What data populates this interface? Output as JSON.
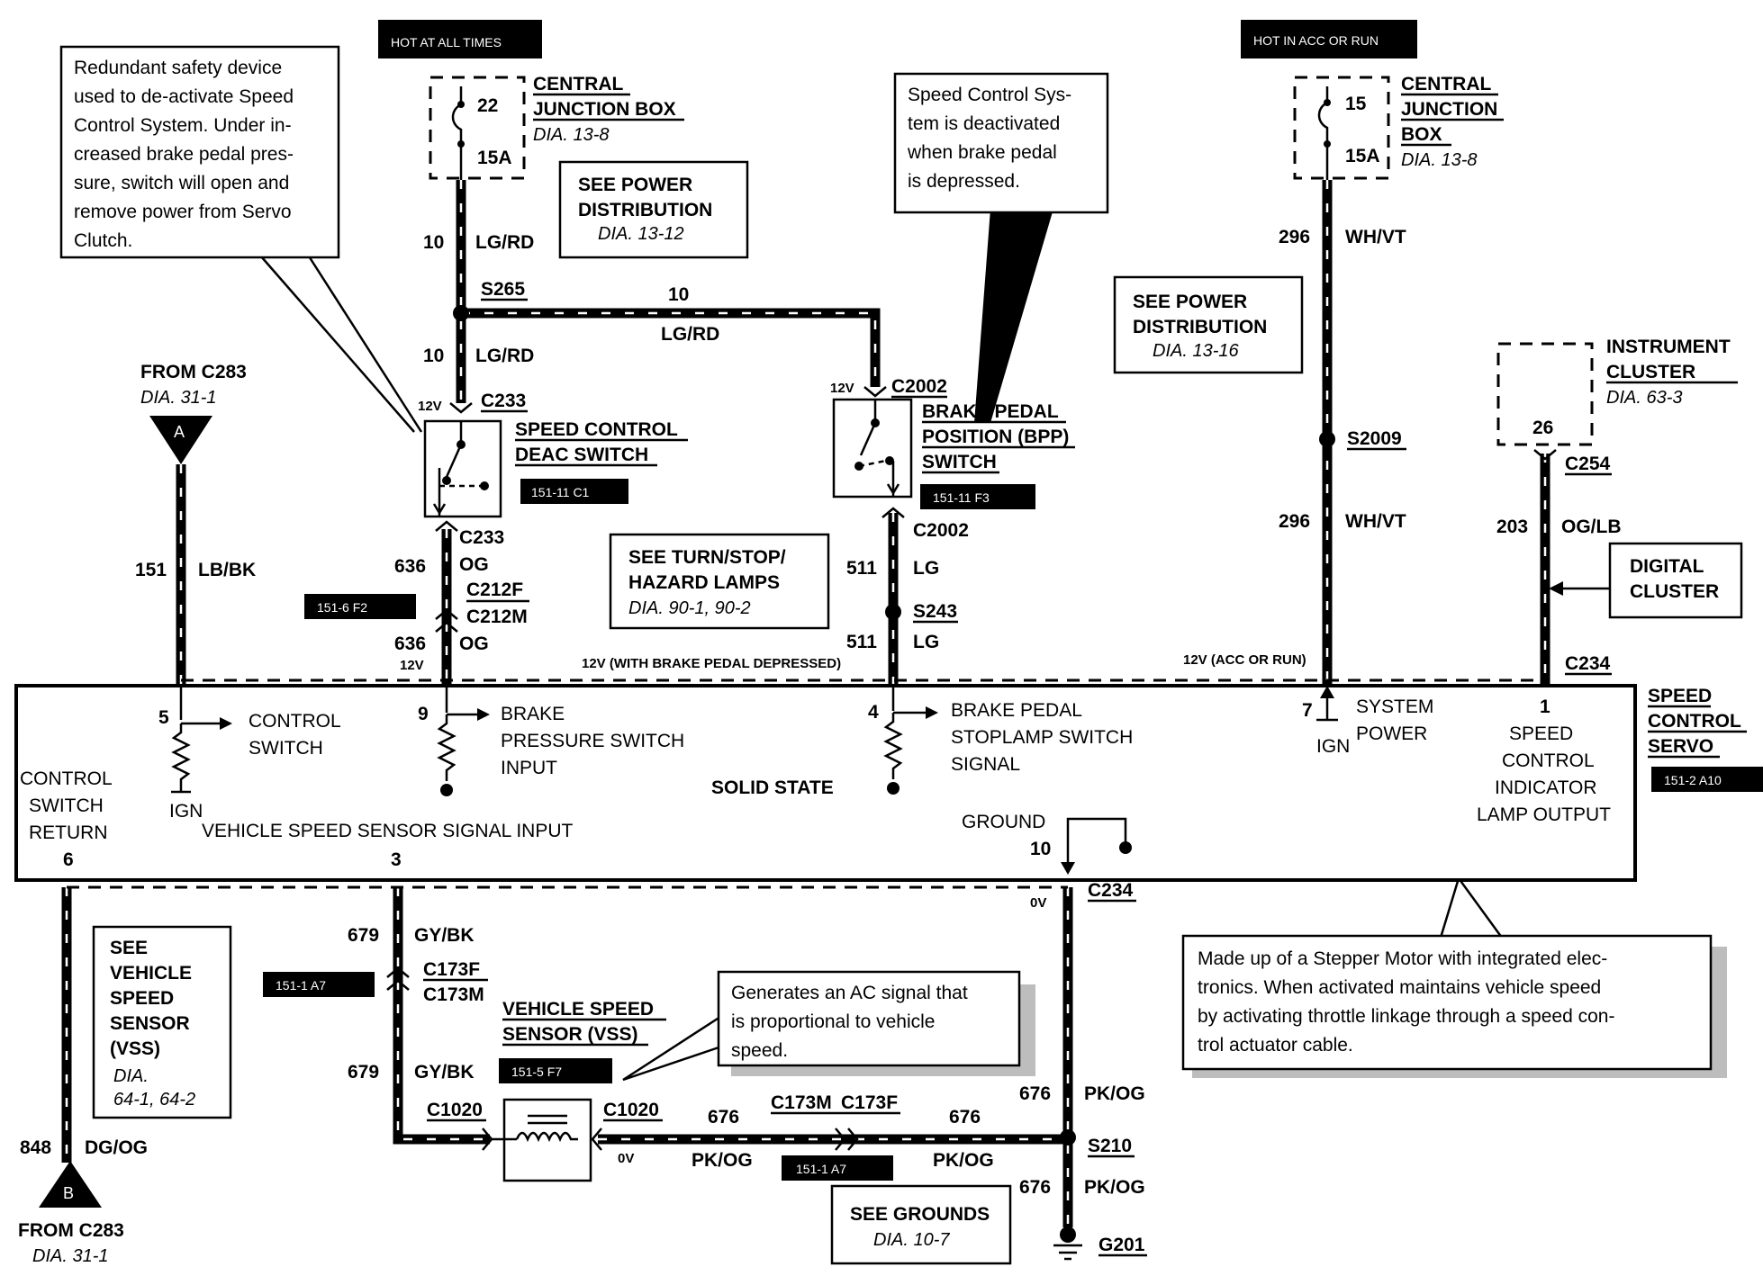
{
  "header_left": "HOT AT ALL TIMES",
  "header_right": "HOT IN ACC OR RUN",
  "cjb_left": {
    "title1": "CENTRAL",
    "title2": "JUNCTION BOX",
    "dia": "DIA. 13-8",
    "fuse": "22",
    "amps": "15A"
  },
  "cjb_right": {
    "title1": "CENTRAL",
    "title2": "JUNCTION",
    "title3": "BOX",
    "dia": "DIA. 13-8",
    "fuse": "15",
    "amps": "15A"
  },
  "note_redundant": [
    "Redundant safety device",
    "used to de-activate Speed",
    "Control System. Under in-",
    "creased brake pedal pres-",
    "sure, switch will open and",
    "remove power from Servo",
    "Clutch."
  ],
  "note_speed_control": [
    "Speed Control Sys-",
    "tem is deactivated",
    "when brake pedal",
    "is depressed."
  ],
  "note_stepper": [
    "Made up of a Stepper Motor with integrated elec-",
    "tronics. When activated maintains vehicle speed",
    "by activating throttle linkage through a speed con-",
    "trol actuator cable."
  ],
  "note_vss_signal": [
    "Generates an AC signal that",
    "is proportional to vehicle",
    "speed."
  ],
  "see_power_1": {
    "l1": "SEE POWER",
    "l2": "DISTRIBUTION",
    "dia": "DIA. 13-12"
  },
  "see_power_2": {
    "l1": "SEE POWER",
    "l2": "DISTRIBUTION",
    "dia": "DIA. 13-16"
  },
  "see_turn": {
    "l1": "SEE TURN/STOP/",
    "l2": "HAZARD LAMPS",
    "dia": "DIA. 90-1, 90-2"
  },
  "see_vss": {
    "l1": "SEE",
    "l2": "VEHICLE",
    "l3": "SPEED",
    "l4": "SENSOR",
    "l5": "(VSS)",
    "dia1": "DIA.",
    "dia2": "64-1, 64-2"
  },
  "see_grounds": {
    "l1": "SEE GROUNDS",
    "dia": "DIA. 10-7"
  },
  "from_a": {
    "l1": "FROM C283",
    "dia": "DIA. 31-1",
    "letter": "A"
  },
  "from_b": {
    "l1": "FROM C283",
    "dia": "DIA. 31-1",
    "letter": "B"
  },
  "instrument_cluster": {
    "l1": "INSTRUMENT",
    "l2": "CLUSTER",
    "dia": "DIA. 63-3",
    "pin": "26"
  },
  "digital_cluster": {
    "l1": "DIGITAL",
    "l2": "CLUSTER"
  },
  "deac_switch": {
    "l1": "SPEED CONTROL",
    "l2": "DEAC SWITCH",
    "ref": "151-11 C1"
  },
  "bpp_switch": {
    "l1": "BRAKE PEDAL",
    "l2": "POSITION (BPP)",
    "l3": "SWITCH",
    "ref": "151-11 F3"
  },
  "vss_sensor": {
    "l1": "VEHICLE SPEED",
    "l2": "SENSOR (VSS)",
    "ref": "151-5 F7"
  },
  "servo": {
    "l1": "SPEED",
    "l2": "CONTROL",
    "l3": "SERVO",
    "ref": "151-2 A10",
    "center": "SOLID STATE"
  },
  "servo_pins": {
    "p5": "5",
    "control_switch_1": "CONTROL",
    "control_switch_2": "SWITCH",
    "ign1": "IGN",
    "p9": "9",
    "brake_pressure_1": "BRAKE",
    "brake_pressure_2": "PRESSURE SWITCH",
    "brake_pressure_3": "INPUT",
    "p4": "4",
    "stoplamp_1": "BRAKE PEDAL",
    "stoplamp_2": "STOPLAMP SWITCH",
    "stoplamp_3": "SIGNAL",
    "p7": "7",
    "system_power_1": "SYSTEM",
    "system_power_2": "POWER",
    "ign2": "IGN",
    "p1": "1",
    "indicator_1": "SPEED",
    "indicator_2": "CONTROL",
    "indicator_3": "INDICATOR",
    "indicator_4": "LAMP OUTPUT",
    "return_1": "CONTROL",
    "return_2": "SWITCH",
    "return_3": "RETURN",
    "p6": "6",
    "vss_input": "VEHICLE SPEED SENSOR SIGNAL INPUT",
    "p3": "3",
    "ground": "GROUND",
    "p10": "10"
  },
  "wires": {
    "w10a": "10",
    "lgrd_a": "LG/RD",
    "s265": "S265",
    "w10b": "10",
    "lgrd_b": "LG/RD",
    "w10c": "10",
    "lgrd_c": "LG/RD",
    "v12a": "12V",
    "c233a": "C233",
    "c233b": "C233",
    "w636a": "636",
    "og_a": "OG",
    "c212f": "C212F",
    "c212m": "C212M",
    "w636b": "636",
    "og_b": "OG",
    "v12b": "12V",
    "ref_6f2": "151-6 F2",
    "v12c": "12V",
    "c2002a": "C2002",
    "c2002b": "C2002",
    "w511a": "511",
    "lg_a": "LG",
    "s243": "S243",
    "w511b": "511",
    "lg_b": "LG",
    "v12_brake": "12V (WITH BRAKE PEDAL DEPRESSED)",
    "v12_acc": "12V (ACC OR RUN)",
    "w296a": "296",
    "whvt_a": "WH/VT",
    "s2009": "S2009",
    "w296b": "296",
    "whvt_b": "WH/VT",
    "c254": "C254",
    "w203": "203",
    "oglb": "OG/LB",
    "c234a": "C234",
    "w151": "151",
    "lbbk": "LB/BK",
    "w848": "848",
    "dgog": "DG/OG",
    "w679a": "679",
    "gybk_a": "GY/BK",
    "c173f": "C173F",
    "c173m": "C173M",
    "ref_1a7a": "151-1 A7",
    "w679b": "679",
    "gybk_b": "GY/BK",
    "c1020a": "C1020",
    "c1020b": "C1020",
    "v0a": "0V",
    "w676a": "676",
    "pkog_a": "PK/OG",
    "c173m2": "C173M",
    "c173f2": "C173F",
    "w676b": "676",
    "pkog_b": "PK/OG",
    "ref_1a7b": "151-1 A7",
    "v0b": "0V",
    "c234b": "C234",
    "w676c": "676",
    "pkog_c": "PK/OG",
    "s210": "S210",
    "w676d": "676",
    "pkog_d": "PK/OG",
    "g201": "G201"
  }
}
